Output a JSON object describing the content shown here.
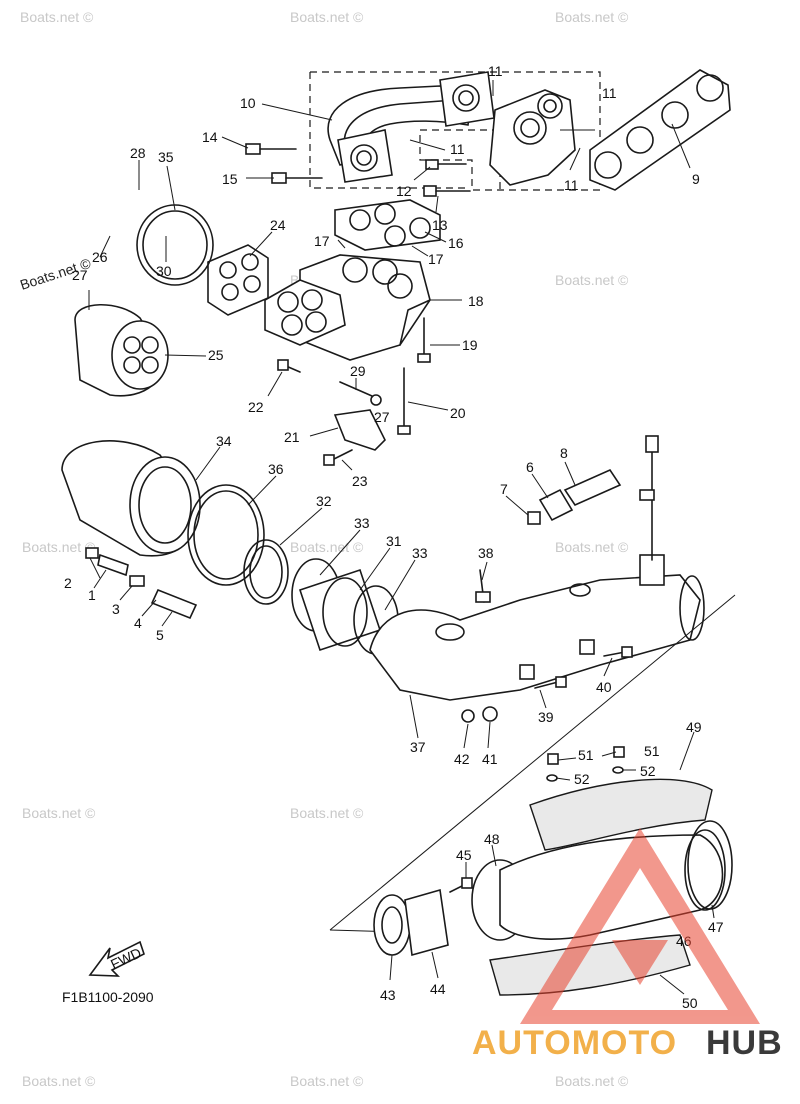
{
  "diagram": {
    "code": "F1B1100-2090",
    "fwd_label": "FWD",
    "watermark_text": "Boats.net ©",
    "brand": {
      "part1": "AUTOMOTO",
      "part2": "HUB",
      "accent_color": "#e8432f",
      "orange": "#f2b04a",
      "dark": "#3a3a3a"
    }
  },
  "callouts": [
    {
      "id": "c1",
      "text": "1"
    },
    {
      "id": "c2",
      "text": "2"
    },
    {
      "id": "c3",
      "text": "3"
    },
    {
      "id": "c4",
      "text": "4"
    },
    {
      "id": "c5",
      "text": "5"
    },
    {
      "id": "c6",
      "text": "6"
    },
    {
      "id": "c7",
      "text": "7"
    },
    {
      "id": "c8",
      "text": "8"
    },
    {
      "id": "c9",
      "text": "9"
    },
    {
      "id": "c10",
      "text": "10"
    },
    {
      "id": "c11a",
      "text": "11"
    },
    {
      "id": "c11b",
      "text": "11"
    },
    {
      "id": "c11c",
      "text": "11"
    },
    {
      "id": "c11d",
      "text": "11"
    },
    {
      "id": "c12",
      "text": "12"
    },
    {
      "id": "c13",
      "text": "13"
    },
    {
      "id": "c14",
      "text": "14"
    },
    {
      "id": "c15",
      "text": "15"
    },
    {
      "id": "c16",
      "text": "16"
    },
    {
      "id": "c17a",
      "text": "17"
    },
    {
      "id": "c17b",
      "text": "17"
    },
    {
      "id": "c18",
      "text": "18"
    },
    {
      "id": "c19",
      "text": "19"
    },
    {
      "id": "c20",
      "text": "20"
    },
    {
      "id": "c21",
      "text": "21"
    },
    {
      "id": "c22",
      "text": "22"
    },
    {
      "id": "c23",
      "text": "23"
    },
    {
      "id": "c24",
      "text": "24"
    },
    {
      "id": "c25",
      "text": "25"
    },
    {
      "id": "c26",
      "text": "26"
    },
    {
      "id": "c27a",
      "text": "27"
    },
    {
      "id": "c27b",
      "text": "27"
    },
    {
      "id": "c28",
      "text": "28"
    },
    {
      "id": "c29",
      "text": "29"
    },
    {
      "id": "c30",
      "text": "30"
    },
    {
      "id": "c31",
      "text": "31"
    },
    {
      "id": "c32",
      "text": "32"
    },
    {
      "id": "c33a",
      "text": "33"
    },
    {
      "id": "c33b",
      "text": "33"
    },
    {
      "id": "c34",
      "text": "34"
    },
    {
      "id": "c35",
      "text": "35"
    },
    {
      "id": "c36",
      "text": "36"
    },
    {
      "id": "c37",
      "text": "37"
    },
    {
      "id": "c38",
      "text": "38"
    },
    {
      "id": "c39",
      "text": "39"
    },
    {
      "id": "c40",
      "text": "40"
    },
    {
      "id": "c41",
      "text": "41"
    },
    {
      "id": "c42",
      "text": "42"
    },
    {
      "id": "c43",
      "text": "43"
    },
    {
      "id": "c44",
      "text": "44"
    },
    {
      "id": "c45",
      "text": "45"
    },
    {
      "id": "c46",
      "text": "46"
    },
    {
      "id": "c47",
      "text": "47"
    },
    {
      "id": "c48",
      "text": "48"
    },
    {
      "id": "c49",
      "text": "49"
    },
    {
      "id": "c50",
      "text": "50"
    },
    {
      "id": "c51a",
      "text": "51"
    },
    {
      "id": "c51b",
      "text": "51"
    },
    {
      "id": "c52a",
      "text": "52"
    },
    {
      "id": "c52b",
      "text": "52"
    }
  ]
}
